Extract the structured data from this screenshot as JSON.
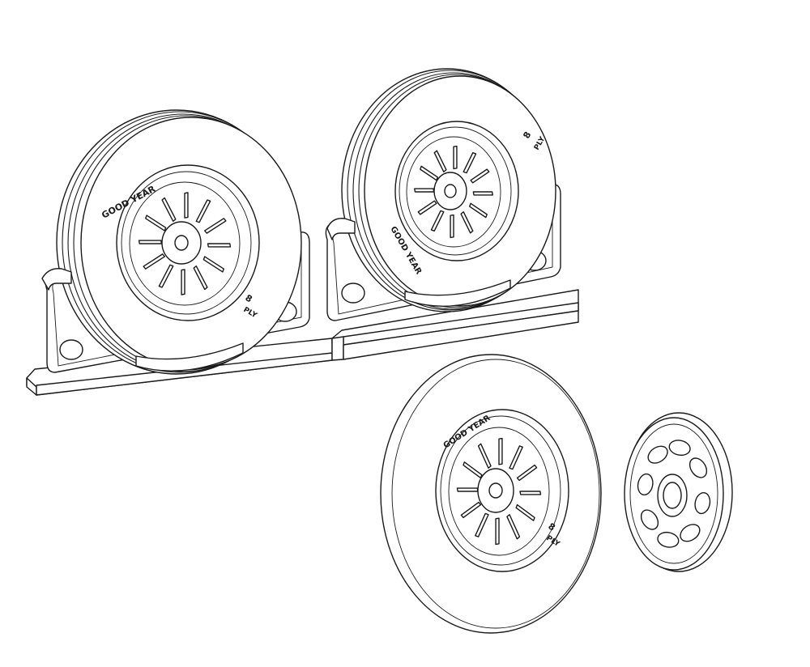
{
  "colors": {
    "background": "#ffffff",
    "line": "#1a1a1a"
  },
  "items": [
    {
      "label": "wheel on stand (left)",
      "tire_brand": "GOOD YEAR"
    },
    {
      "label": "wheel on stand (right)",
      "tire_brand": "GOOD YEAR"
    },
    {
      "label": "loose wheel",
      "tire_brand": "GOOD YEAR"
    },
    {
      "label": "hub cover"
    }
  ],
  "sidewall_text": {
    "brand": "GOOD YEAR",
    "ply_line1": "8",
    "ply_line2": "PLY"
  }
}
